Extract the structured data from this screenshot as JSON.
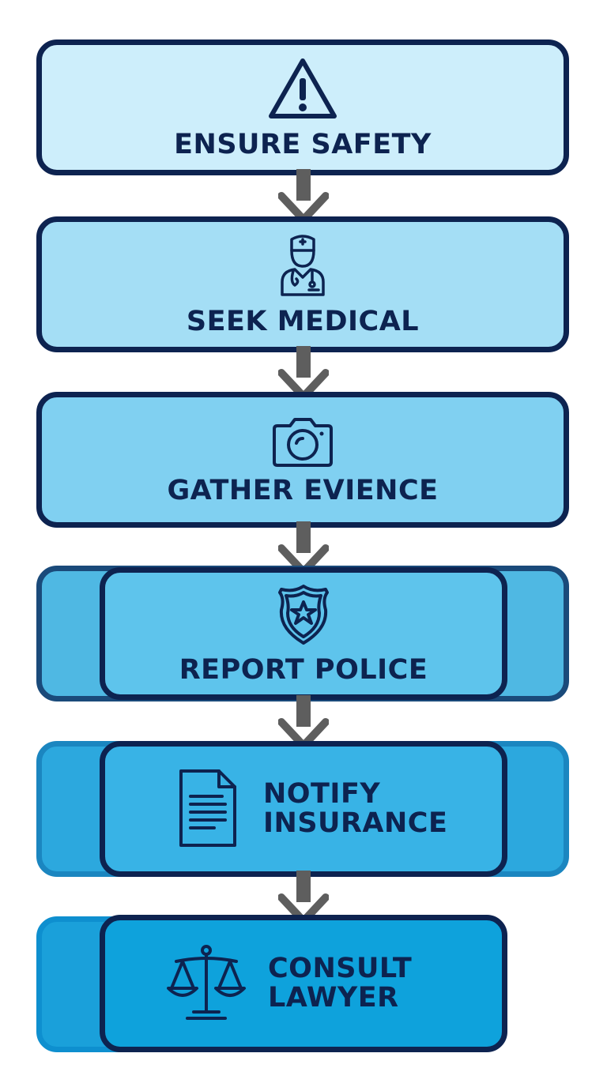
{
  "colors": {
    "outline": "#0d2350",
    "arrow": "#5e5e5e",
    "step1": "#cdeefb",
    "step2": "#a4def5",
    "step3": "#80d0f1",
    "step4": "#5ec4ec",
    "step5": "#38b3e6",
    "step6": "#0ea2dc"
  },
  "steps": [
    {
      "label": "ENSURE SAFETY",
      "icon": "warning-triangle-icon"
    },
    {
      "label": "SEEK MEDICAL",
      "icon": "doctor-icon"
    },
    {
      "label": "GATHER EVIENCE",
      "icon": "camera-icon"
    },
    {
      "label": "REPORT POLICE",
      "icon": "police-badge-icon"
    },
    {
      "label": "NOTIFY\nINSURANCE",
      "icon": "document-icon"
    },
    {
      "label": "CONSULT\nLAWYER",
      "icon": "scales-of-justice-icon"
    }
  ]
}
